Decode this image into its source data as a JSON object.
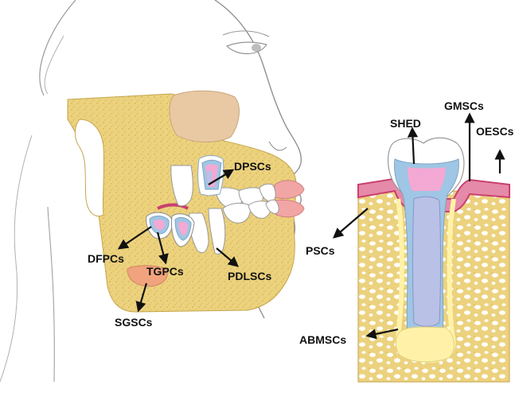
{
  "labels": {
    "dpscs": "DPSCs",
    "dfpcs": "DFPCs",
    "tgpcs": "TGPCs",
    "pdlscs": "PDLSCs",
    "sgscs": "SGSCs",
    "shed": "SHED",
    "gmscs": "GMSCs",
    "oescs": "OESCs",
    "pscs": "PSCs",
    "abmscs": "ABMSCs"
  },
  "colors": {
    "bone": "#ecd27e",
    "bone_speckle": "#c9a53e",
    "skin_outline": "#8a8a8a",
    "maxilla": "#e9c9a3",
    "gingiva": "#e58aa8",
    "gingiva_dark": "#c9406e",
    "enamel": "#ffffff",
    "dentin": "#9fc6e4",
    "pulp": "#f3a9d3",
    "pulp_canal": "#b9c1e6",
    "salivary_gland": "#f0a37d",
    "lip": "#f2a5a5",
    "arrow": "#111111"
  }
}
